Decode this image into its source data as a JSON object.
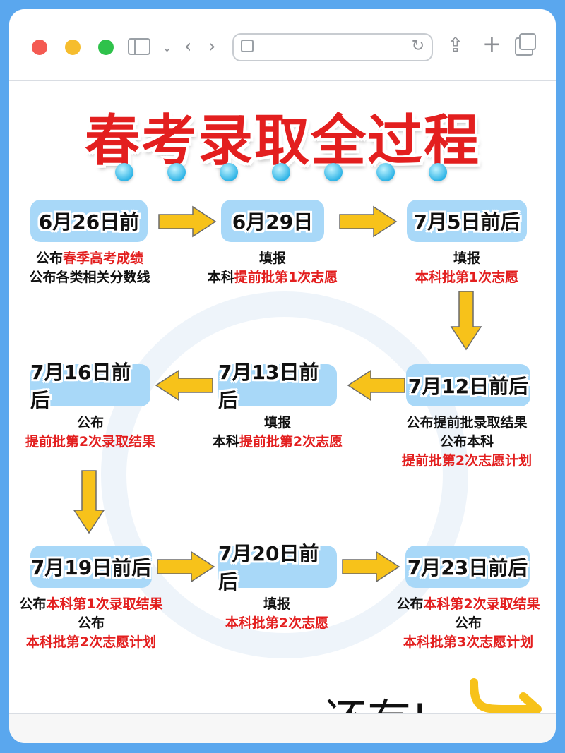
{
  "title": "春考录取全过程",
  "colors": {
    "accent_red": "#e31f1f",
    "pill_blue": "#a8d8f8",
    "arrow_yellow": "#f7c21a"
  },
  "icons": [
    "sidebar-icon",
    "chevron-down-icon",
    "back-icon",
    "forward-icon",
    "url-icon",
    "reload-icon",
    "share-icon",
    "plus-icon",
    "tabs-icon"
  ],
  "steps": [
    {
      "date": "6月26日前",
      "lines": [
        {
          "parts": [
            {
              "t": "公布",
              "r": false
            },
            {
              "t": "春季高考成绩",
              "r": true
            }
          ]
        },
        {
          "parts": [
            {
              "t": "公布各类相关分数线",
              "r": false
            }
          ]
        }
      ]
    },
    {
      "date": "6月29日",
      "lines": [
        {
          "parts": [
            {
              "t": "填报",
              "r": false
            }
          ]
        },
        {
          "parts": [
            {
              "t": "本科",
              "r": false
            },
            {
              "t": "提前批第1次志愿",
              "r": true
            }
          ]
        }
      ]
    },
    {
      "date": "7月5日前后",
      "lines": [
        {
          "parts": [
            {
              "t": "填报",
              "r": false
            }
          ]
        },
        {
          "parts": [
            {
              "t": "本科批第1次志愿",
              "r": true
            }
          ]
        }
      ]
    },
    {
      "date": "7月12日前后",
      "lines": [
        {
          "parts": [
            {
              "t": "公布提前批录取结果",
              "r": false
            }
          ]
        },
        {
          "parts": [
            {
              "t": "公布本科",
              "r": false
            }
          ]
        },
        {
          "parts": [
            {
              "t": "提前批第2次志愿计划",
              "r": true
            }
          ]
        }
      ]
    },
    {
      "date": "7月13日前后",
      "lines": [
        {
          "parts": [
            {
              "t": "填报",
              "r": false
            }
          ]
        },
        {
          "parts": [
            {
              "t": "本科",
              "r": false
            },
            {
              "t": "提前批第2次志愿",
              "r": true
            }
          ]
        }
      ]
    },
    {
      "date": "7月16日前后",
      "lines": [
        {
          "parts": [
            {
              "t": "公布",
              "r": false
            }
          ]
        },
        {
          "parts": [
            {
              "t": "提前批第2次录取结果",
              "r": true
            }
          ]
        }
      ]
    },
    {
      "date": "7月19日前后",
      "lines": [
        {
          "parts": [
            {
              "t": "公布",
              "r": false
            },
            {
              "t": "本科第1次录取结果",
              "r": true
            }
          ]
        },
        {
          "parts": [
            {
              "t": "公布",
              "r": false
            }
          ]
        },
        {
          "parts": [
            {
              "t": "本科批第2次志愿计划",
              "r": true
            }
          ]
        }
      ]
    },
    {
      "date": "7月20日前后",
      "lines": [
        {
          "parts": [
            {
              "t": "填报",
              "r": false
            }
          ]
        },
        {
          "parts": [
            {
              "t": "本科批第2次志愿",
              "r": true
            }
          ]
        }
      ]
    },
    {
      "date": "7月23日前后",
      "lines": [
        {
          "parts": [
            {
              "t": "公布",
              "r": false
            },
            {
              "t": "本科第2次录取结果",
              "r": true
            }
          ]
        },
        {
          "parts": [
            {
              "t": "公布",
              "r": false
            }
          ]
        },
        {
          "parts": [
            {
              "t": "本科批第3次志愿计划",
              "r": true
            }
          ]
        }
      ]
    }
  ],
  "more_text": "还有!"
}
